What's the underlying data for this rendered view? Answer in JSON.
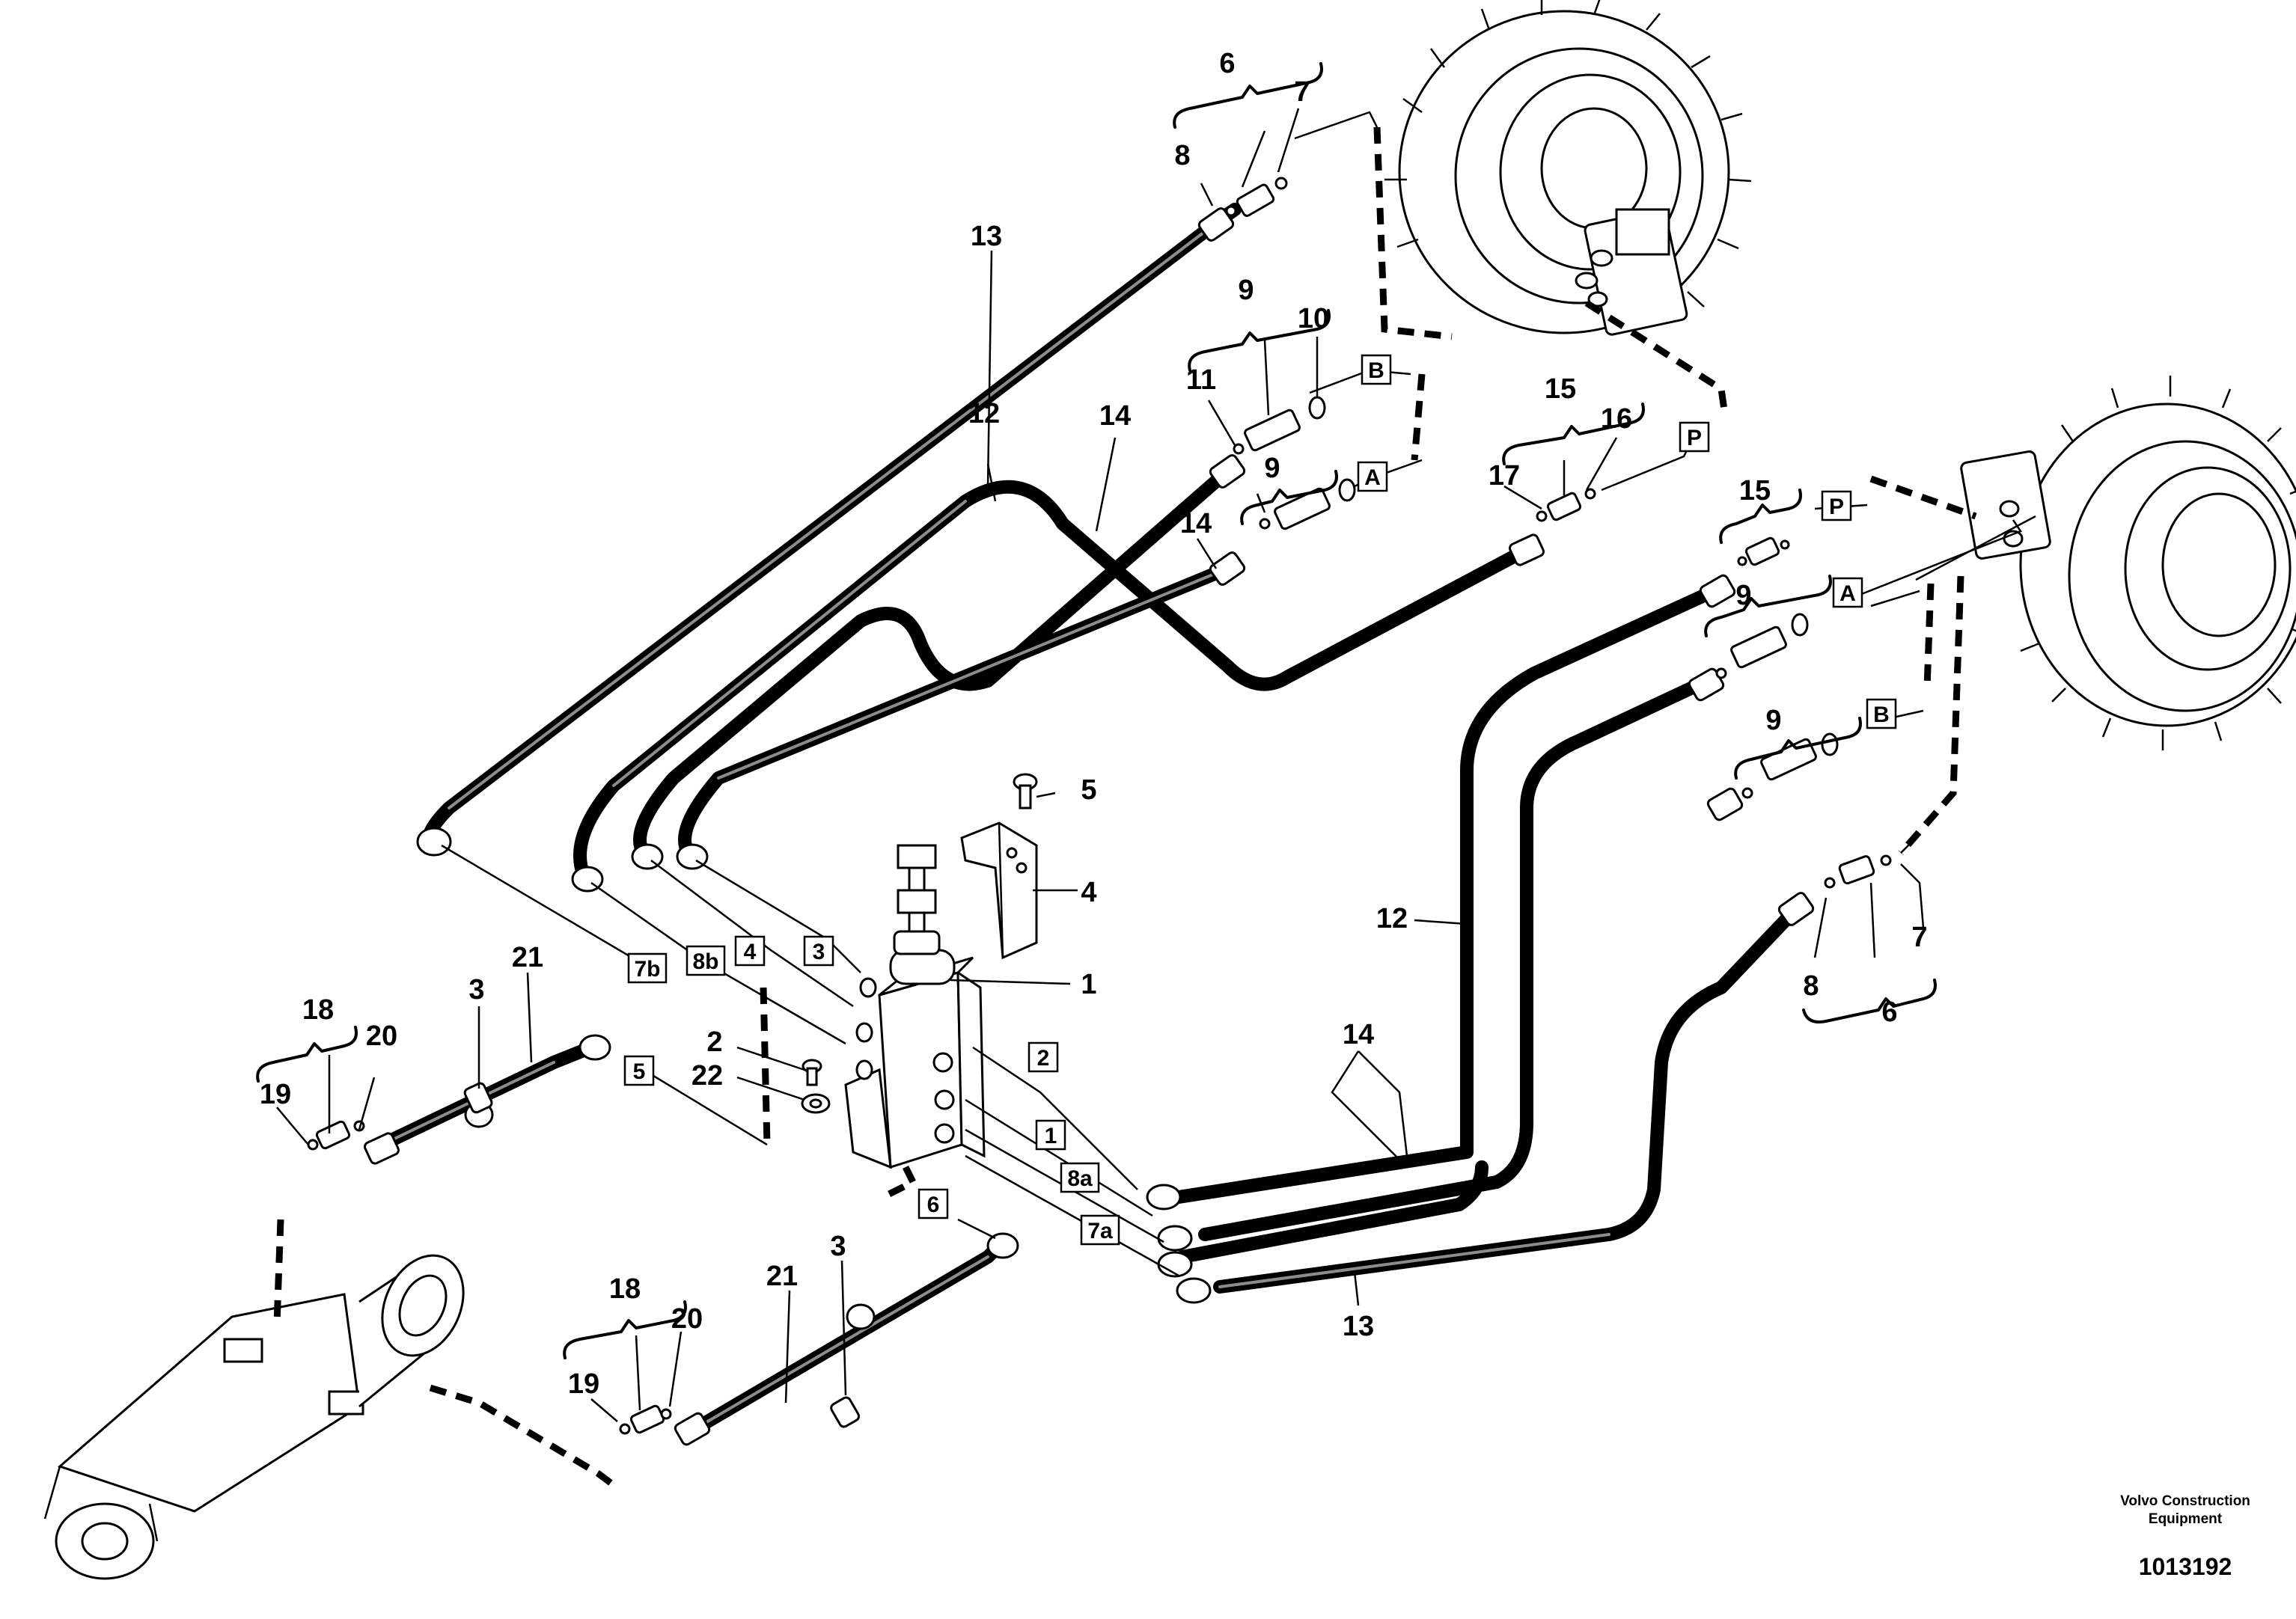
{
  "callouts": {
    "c1": "1",
    "c2": "2",
    "c3a": "3",
    "c3b": "3",
    "c4": "4",
    "c5": "5",
    "c6a": "6",
    "c6b": "6",
    "c7a": "7",
    "c7b": "7",
    "c8a": "8",
    "c8b": "8",
    "c9a": "9",
    "c9b": "9",
    "c9c": "9",
    "c9d": "9",
    "c10": "10",
    "c11": "11",
    "c12a": "12",
    "c12b": "12",
    "c13a": "13",
    "c13b": "13",
    "c14a": "14",
    "c14b": "14",
    "c14c": "14",
    "c15a": "15",
    "c15b": "15",
    "c16": "16",
    "c17": "17",
    "c18a": "18",
    "c18b": "18",
    "c19a": "19",
    "c19b": "19",
    "c20a": "20",
    "c20b": "20",
    "c21a": "21",
    "c21b": "21",
    "c22": "22"
  },
  "port_labels": {
    "B_top": "B",
    "A_top": "A",
    "P_top": "P",
    "P_right": "P",
    "A_right": "A",
    "B_right": "B",
    "p1": "1",
    "p2": "2",
    "p3": "3",
    "p4": "4",
    "p5": "5",
    "p6": "6",
    "p7a": "7a",
    "p7b": "7b",
    "p8a": "8a",
    "p8b": "8b"
  },
  "footer": {
    "brand_line1": "Volvo Construction",
    "brand_line2": "Equipment",
    "doc_number": "1013192"
  }
}
